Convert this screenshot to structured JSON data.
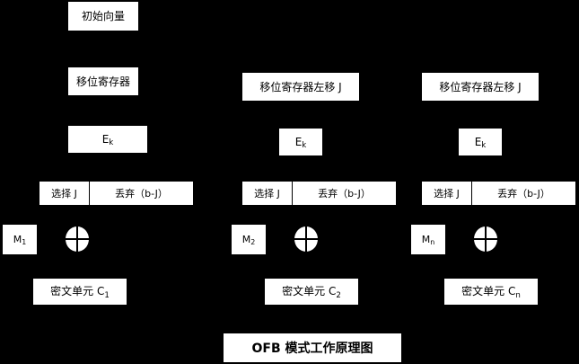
{
  "diagram": {
    "title": "OFB 模式工作原理图",
    "background_color": "#000000",
    "box_color": "#ffffff",
    "text_color": "#000000",
    "iv_label": "初始向量",
    "columns": [
      {
        "register_label": "移位寄存器",
        "cipher_fn_label": "E",
        "cipher_fn_sub": "k",
        "select_label": "选择 J",
        "discard_label": "丢弃（b-J）",
        "plaintext_label": "M",
        "plaintext_sub": "1",
        "xor_label": "xor-operator",
        "ciphertext_label": "密文单元 C",
        "ciphertext_sub": "1"
      },
      {
        "register_label": "移位寄存器左移 J",
        "cipher_fn_label": "E",
        "cipher_fn_sub": "k",
        "select_label": "选择 J",
        "discard_label": "丢弃（b-J）",
        "plaintext_label": "M",
        "plaintext_sub": "2",
        "xor_label": "xor-operator",
        "ciphertext_label": "密文单元 C",
        "ciphertext_sub": "2"
      },
      {
        "register_label": "移位寄存器左移 J",
        "cipher_fn_label": "E",
        "cipher_fn_sub": "k",
        "select_label": "选择 J",
        "discard_label": "丢弃（b-J）",
        "plaintext_label": "M",
        "plaintext_sub": "n",
        "xor_label": "xor-operator",
        "ciphertext_label": "密文单元 C",
        "ciphertext_sub": "n"
      }
    ]
  }
}
